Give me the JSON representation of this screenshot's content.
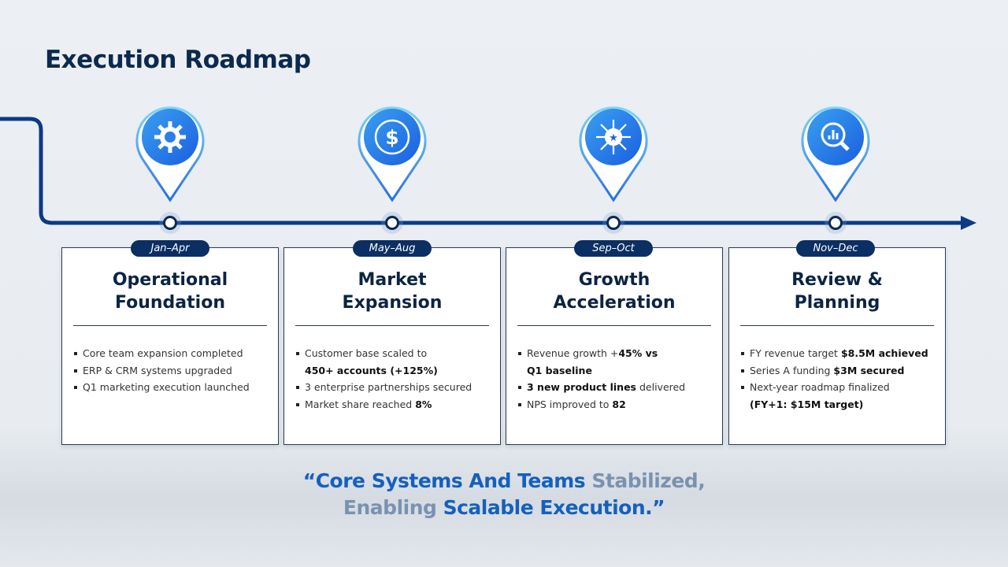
{
  "title": "Execution Roadmap",
  "colors": {
    "navy": "#0b2f63",
    "accent": "#1560bd",
    "muted": "#7a92b0"
  },
  "phases": [
    {
      "period": "Jan–Apr",
      "title1": "Operational",
      "title2": "Foundation",
      "icon": "gear-icon",
      "bullets": [
        [
          "Core team expansion completed",
          ""
        ],
        [
          "ERP & CRM systems upgraded",
          ""
        ],
        [
          "Q1 marketing execution launched",
          ""
        ]
      ]
    },
    {
      "period": "May–Aug",
      "title1": "Market",
      "title2": "Expansion",
      "icon": "dollar-icon"
    },
    {
      "period": "Sep–Oct",
      "title1": "Growth",
      "title2": "Acceleration",
      "icon": "network-star-icon"
    },
    {
      "period": "Nov–Dec",
      "title1": "Review &",
      "title2": "Planning",
      "icon": "analytics-search-icon"
    }
  ],
  "b": {
    "p1": [
      "Core team expansion completed",
      "ERP & CRM systems upgraded",
      "Q1 marketing execution launched"
    ],
    "p2a": "Customer base scaled to",
    "p2b": "450+ accounts (+125%)",
    "p2c": "3 enterprise partnerships secured",
    "p2d": "Market share reached ",
    "p2e": "8%",
    "p3a": "Revenue growth +",
    "p3b": "45% vs",
    "p3c": "Q1 baseline",
    "p3d": "3 new product lines",
    "p3e": " delivered",
    "p3f": "NPS improved to ",
    "p3g": "82",
    "p4a": "FY revenue target ",
    "p4b": "$8.5M achieved",
    "p4c": "Series A funding ",
    "p4d": "$3M secured",
    "p4e": "Next-year roadmap finalized",
    "p4f": "(FY+1: $15M target)"
  },
  "quote": {
    "a": "“Core Systems And Teams ",
    "b": "Stabilized,",
    "c": "Enabling ",
    "d": "Scalable Execution.”"
  }
}
